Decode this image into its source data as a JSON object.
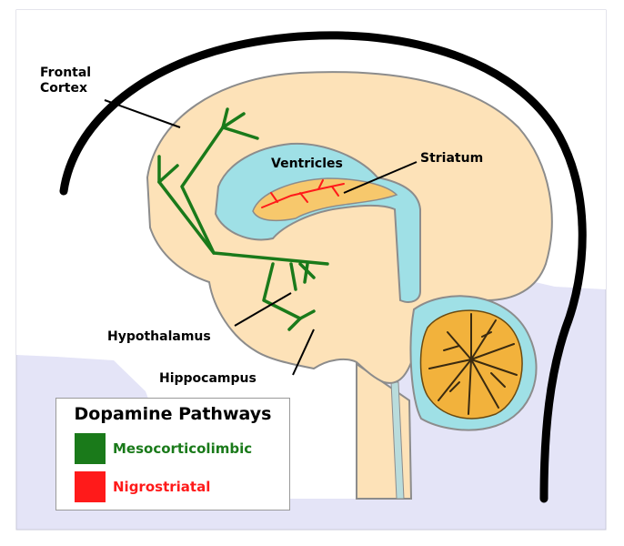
{
  "labels": {
    "frontal_cortex": [
      "Frontal",
      "Cortex"
    ],
    "ventricles": "Ventricles",
    "striatum": "Striatum",
    "hypothalamus": "Hypothalamus",
    "hippocampus": "Hippocampus"
  },
  "legend": {
    "title": "Dopamine Pathways",
    "items": [
      {
        "label": "Mesocorticolimbic",
        "color": "#1a7a1a"
      },
      {
        "label": "Nigrostriatal",
        "color": "#ff1a1a"
      }
    ]
  },
  "colors": {
    "background": "#e4e4f7",
    "head_outline": "#000000",
    "brain_fill": "#fde2b8",
    "brain_outline": "#8c8c8c",
    "ventricle_fill": "#9fe0e6",
    "striatum_fill": "#f7c86c",
    "cerebellum_fill": "#f2b23c",
    "mesocorticolimbic": "#1a7a1a",
    "nigrostriatal": "#ff1a1a"
  }
}
